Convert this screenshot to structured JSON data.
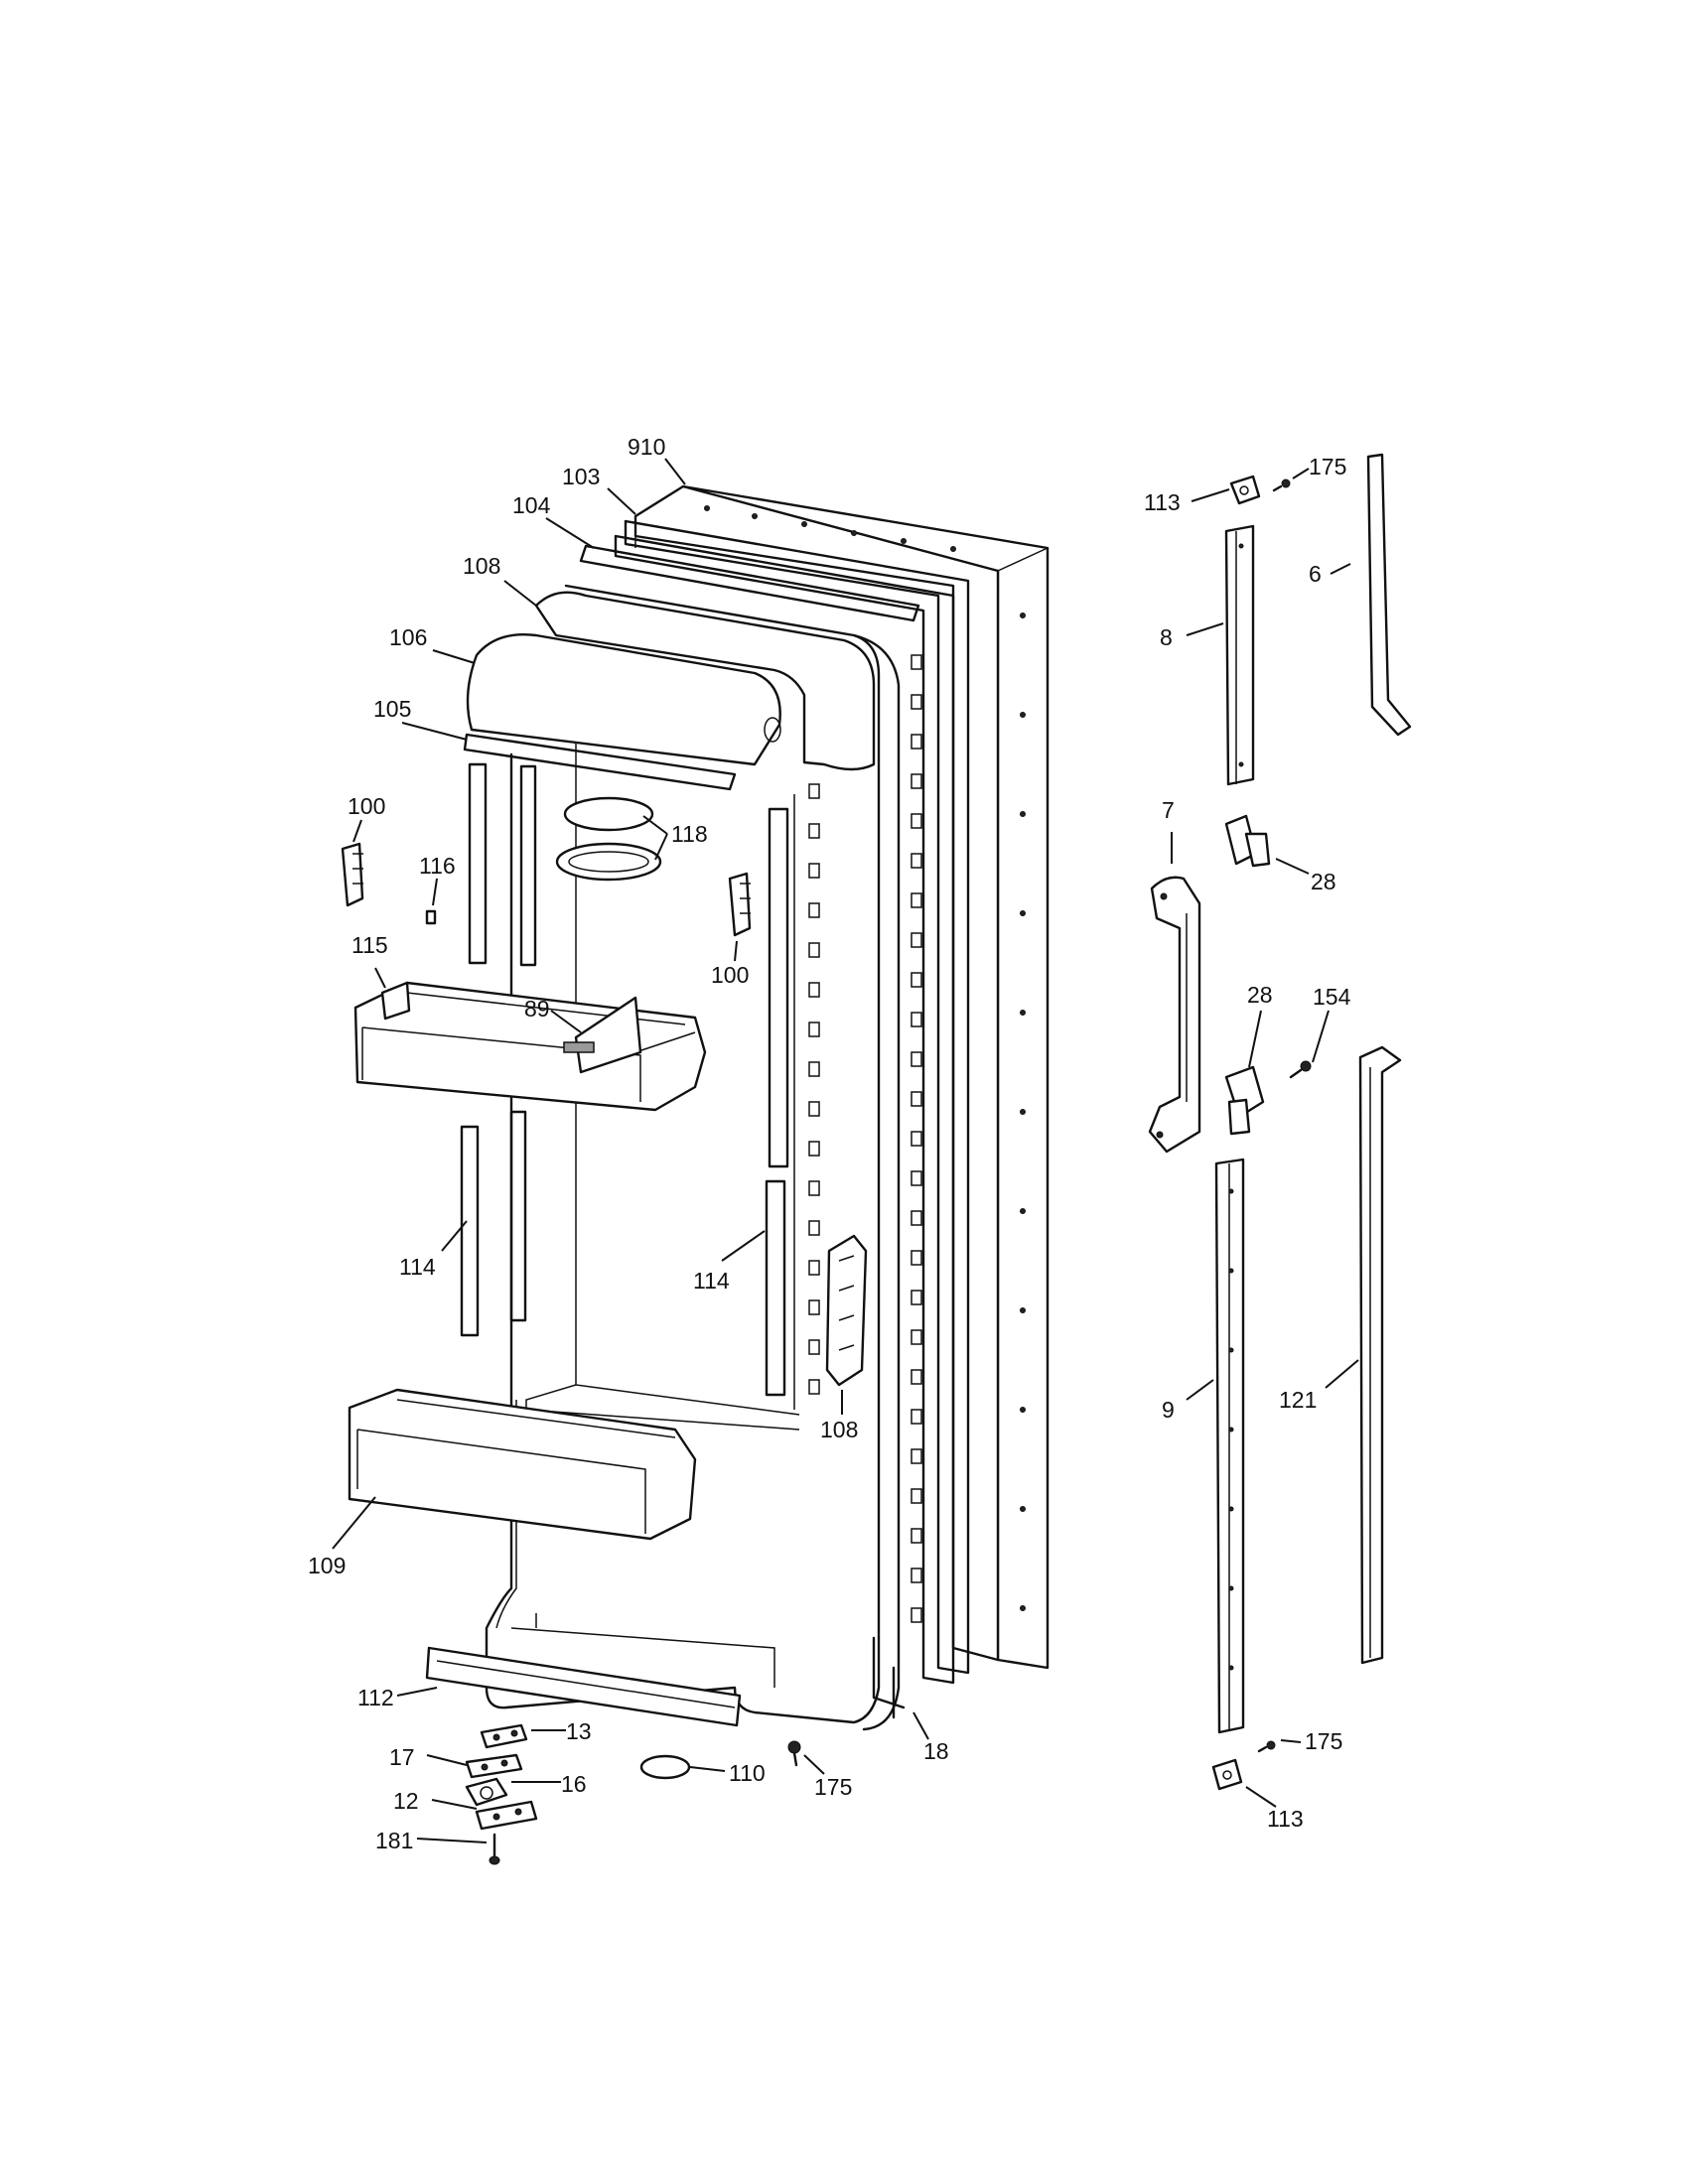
{
  "labels": {
    "910": "910",
    "103": "103",
    "104": "104",
    "108_top": "108",
    "106": "106",
    "105": "105",
    "100_left": "100",
    "116": "116",
    "118": "118",
    "100_right": "100",
    "115": "115",
    "89": "89",
    "114_left": "114",
    "114_right": "114",
    "108_side": "108",
    "109": "109",
    "112": "112",
    "13": "13",
    "17": "17",
    "16": "16",
    "12": "12",
    "181": "181",
    "110": "110",
    "175_bottom": "175",
    "18": "18",
    "113_top": "113",
    "175_top": "175",
    "6": "6",
    "8": "8",
    "7": "7",
    "28_upper": "28",
    "28_lower": "28",
    "154": "154",
    "9": "9",
    "121": "121",
    "175_right": "175",
    "113_bottom": "113"
  }
}
